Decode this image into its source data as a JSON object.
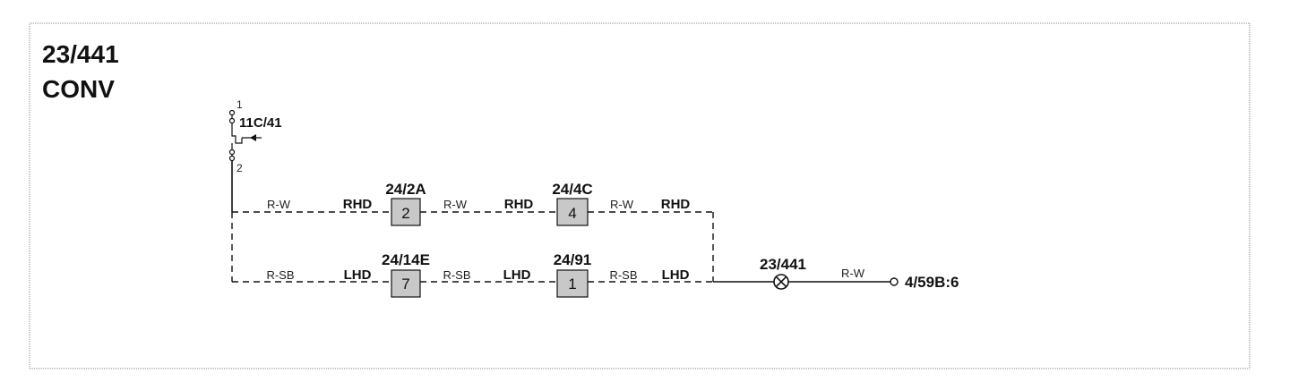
{
  "heading": {
    "code": "23/441",
    "name": "CONV"
  },
  "switch": {
    "label": "11C/41",
    "pin_top": "1",
    "pin_bottom": "2"
  },
  "rhd_row": {
    "connectors": [
      {
        "label": "24/2A",
        "pin": "2"
      },
      {
        "label": "24/4C",
        "pin": "4"
      }
    ],
    "wire_color": "R-W",
    "variant": "RHD"
  },
  "lhd_row": {
    "connectors": [
      {
        "label": "24/14E",
        "pin": "7"
      },
      {
        "label": "24/91",
        "pin": "1"
      }
    ],
    "wire_color": "R-SB",
    "variant": "LHD"
  },
  "lamp": {
    "label": "23/441",
    "wire_color": "R-W"
  },
  "terminal": {
    "label": "4/59B:6"
  },
  "colors": {
    "line": "#111111",
    "box_fill": "#c8c8c8",
    "frame": "#888888"
  }
}
